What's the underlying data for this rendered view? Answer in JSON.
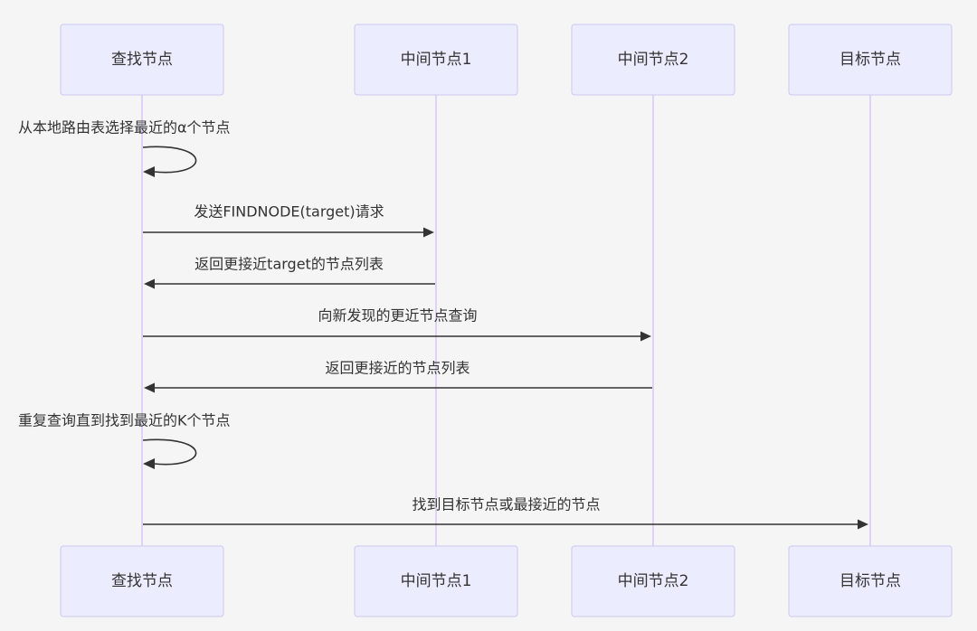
{
  "diagram": {
    "type": "sequence",
    "participants": [
      {
        "id": "query",
        "label": "查找节点"
      },
      {
        "id": "mid1",
        "label": "中间节点1"
      },
      {
        "id": "mid2",
        "label": "中间节点2"
      },
      {
        "id": "target",
        "label": "目标节点"
      }
    ],
    "messages": [
      {
        "from": "query",
        "to": "query",
        "label": "从本地路由表选择最近的α个节点",
        "self": true
      },
      {
        "from": "query",
        "to": "mid1",
        "label": "发送FINDNODE(target)请求"
      },
      {
        "from": "mid1",
        "to": "query",
        "label": "返回更接近target的节点列表"
      },
      {
        "from": "query",
        "to": "mid2",
        "label": "向新发现的更近节点查询"
      },
      {
        "from": "mid2",
        "to": "query",
        "label": "返回更接近的节点列表"
      },
      {
        "from": "query",
        "to": "query",
        "label": "重复查询直到找到最近的K个节点",
        "self": true
      },
      {
        "from": "query",
        "to": "target",
        "label": "找到目标节点或最接近的节点"
      }
    ]
  }
}
